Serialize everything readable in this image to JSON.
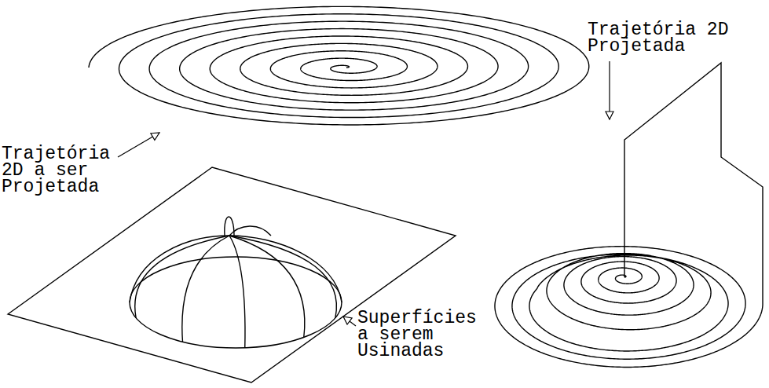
{
  "diagram": {
    "labels": [
      "Trajetória 2D a ser Projetada",
      "Superfícies a serem Usinadas",
      "Trajetória 2D Projetada"
    ]
  }
}
